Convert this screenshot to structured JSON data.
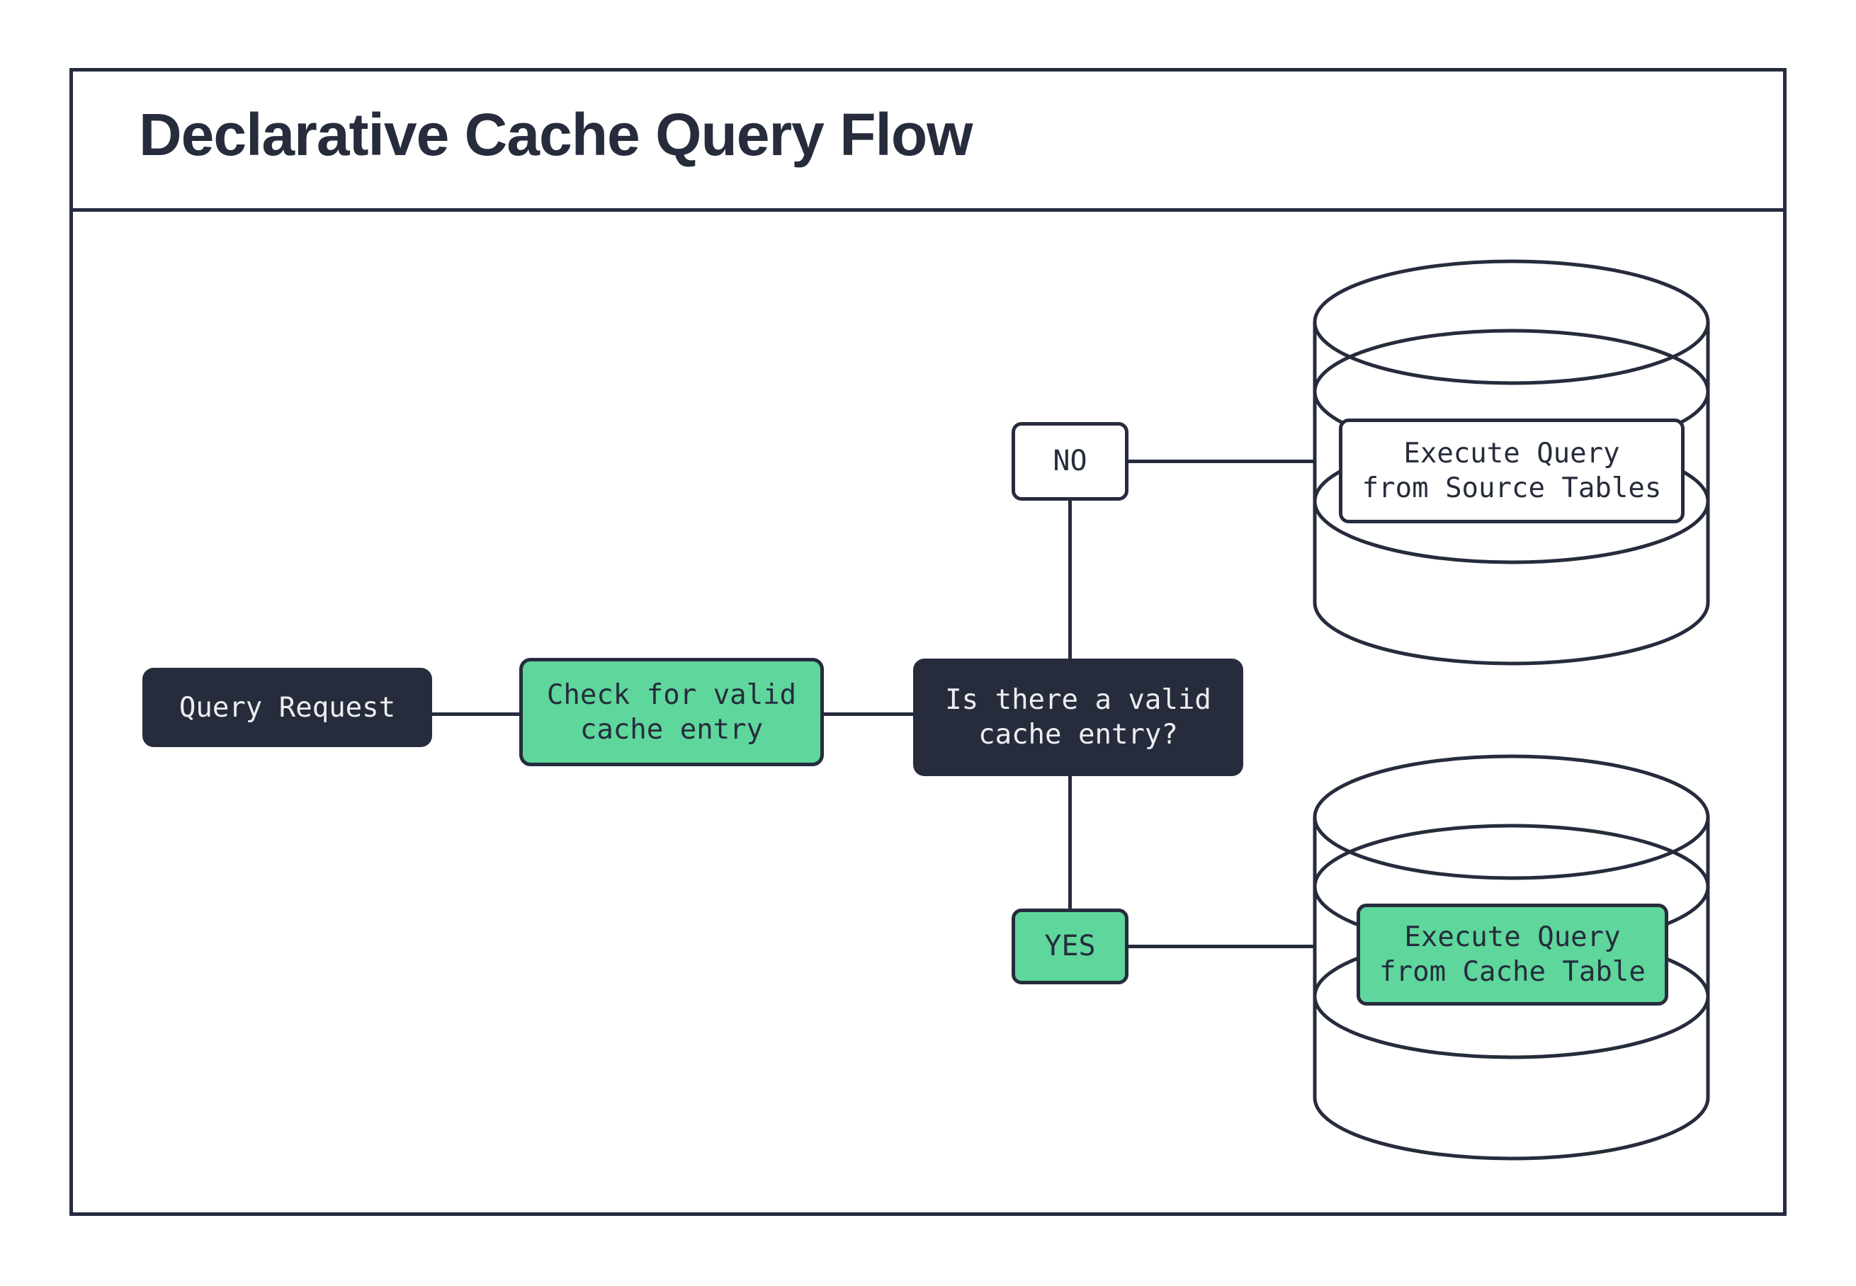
{
  "header": {
    "title": "Declarative Cache Query Flow"
  },
  "colors": {
    "ink": "#262c3c",
    "green": "#5ed69c",
    "light_text": "#eceef0",
    "background": "#ffffff"
  },
  "nodes": {
    "query_request": {
      "label": "Query Request",
      "fill": "dark"
    },
    "check_cache": {
      "label": "Check for valid\ncache entry",
      "fill": "green"
    },
    "decision": {
      "label": "Is there a valid\ncache entry?",
      "fill": "dark"
    },
    "no_branch": {
      "label": "NO",
      "fill": "white"
    },
    "yes_branch": {
      "label": "YES",
      "fill": "green"
    },
    "source_db": {
      "label": "Execute Query\nfrom Source Tables",
      "fill": "white",
      "container": "database-cylinder"
    },
    "cache_db": {
      "label": "Execute Query\nfrom Cache Table",
      "fill": "green",
      "container": "database-cylinder"
    }
  },
  "edges": [
    {
      "from": "query_request",
      "to": "check_cache"
    },
    {
      "from": "check_cache",
      "to": "decision"
    },
    {
      "from": "decision",
      "to": "no_branch"
    },
    {
      "from": "decision",
      "to": "yes_branch"
    },
    {
      "from": "no_branch",
      "to": "source_db"
    },
    {
      "from": "yes_branch",
      "to": "cache_db"
    }
  ]
}
